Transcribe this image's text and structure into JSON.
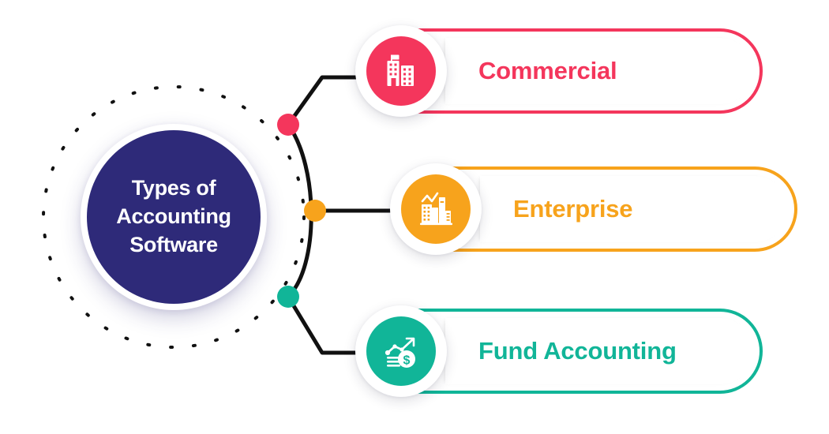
{
  "diagram": {
    "title": "Types of Accounting Software",
    "hub": {
      "line1": "Types of",
      "line2": "Accounting",
      "line3": "Software",
      "fill_color": "#2e2a79",
      "text_color": "#ffffff",
      "ring_style": "dashed",
      "ring_color": "#000000"
    },
    "connector": {
      "color": "#111111",
      "shape": "vertical-arc-with-branch-lines"
    },
    "branches": [
      {
        "id": "commercial",
        "label": "Commercial",
        "color": "#f4365c",
        "node_color": "#f4365c",
        "icon": "office-buildings-icon"
      },
      {
        "id": "enterprise",
        "label": "Enterprise",
        "color": "#f7a31c",
        "node_color": "#f7a31c",
        "icon": "buildings-growth-chart-icon"
      },
      {
        "id": "fund",
        "label": "Fund Accounting",
        "color": "#11b598",
        "node_color": "#11b598",
        "icon": "growth-arrow-dollar-coin-icon"
      }
    ]
  }
}
